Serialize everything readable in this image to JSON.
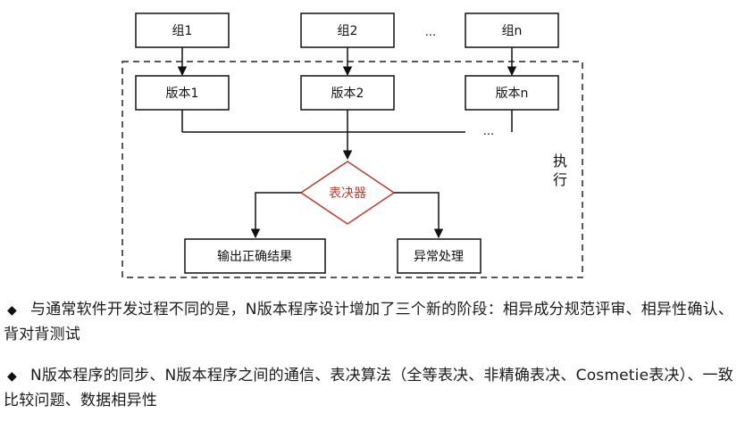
{
  "diagram": {
    "groups": [
      "组1",
      "组2",
      "组n"
    ],
    "versions": [
      "版本1",
      "版本2",
      "版本n"
    ],
    "ellipsis_top": "...",
    "ellipsis_merge": "...",
    "decision": "表决器",
    "decision_color": "#c0392b",
    "output_correct": "输出正确结果",
    "output_exception": "异常处理",
    "side_label_1": "执",
    "side_label_2": "行"
  },
  "bullets": [
    {
      "icon": "diamond-bullet-icon",
      "text": "与通常软件开发过程不同的是，N版本程序设计增加了三个新的阶段：相异成分规范评审、相异性确认、背对背测试"
    },
    {
      "icon": "diamond-bullet-icon",
      "text": "N版本程序的同步、N版本程序之间的通信、表决算法（全等表决、非精确表决、Cosmetie表决）、一致比较问题、数据相异性"
    }
  ]
}
